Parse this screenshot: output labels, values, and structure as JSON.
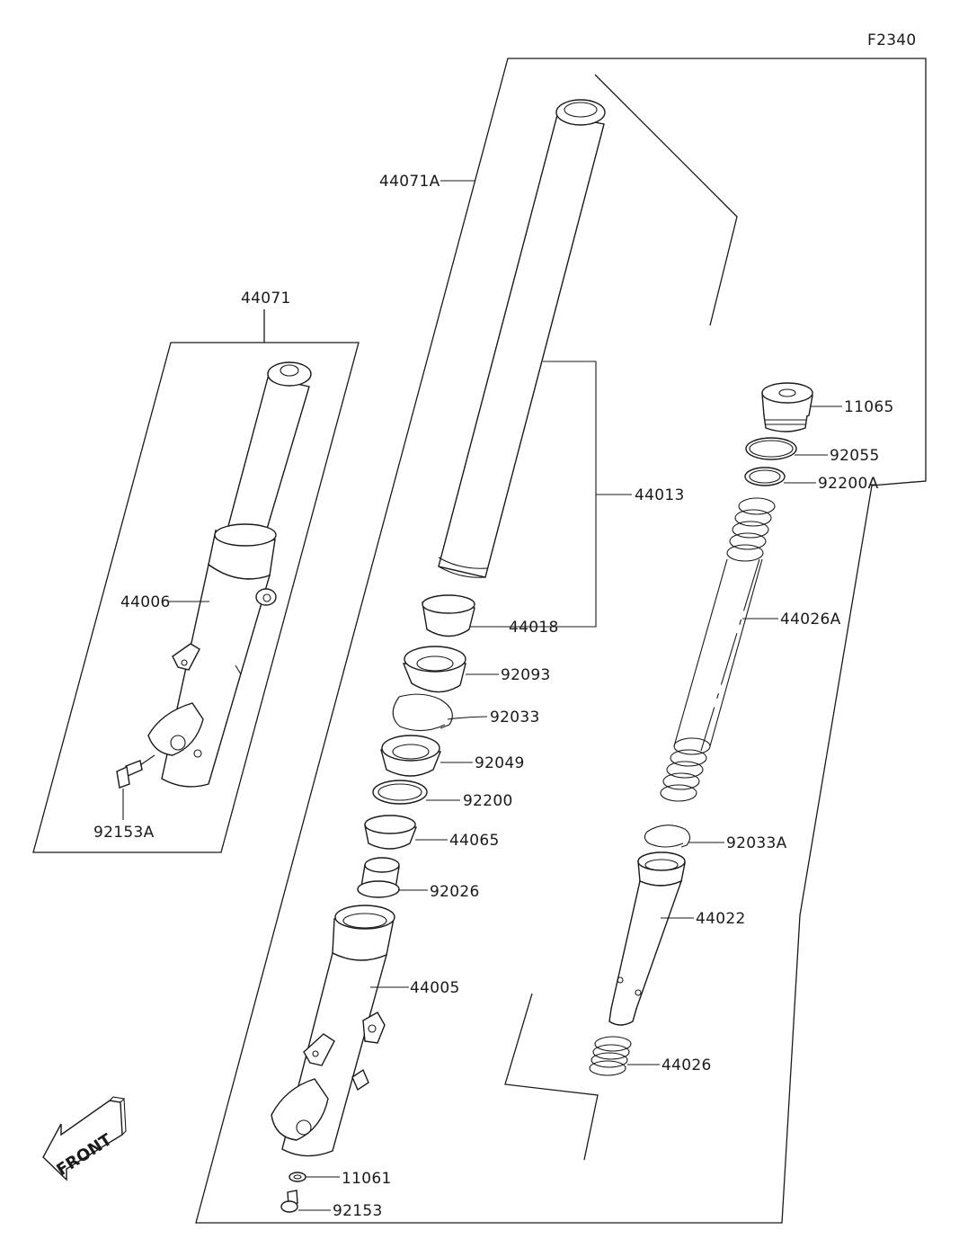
{
  "figure_code": "F2340",
  "front_arrow_label": "FRONT",
  "labels": {
    "p44071": "44071",
    "p44071A": "44071A",
    "p44006": "44006",
    "p92153A": "92153A",
    "p44013": "44013",
    "p44018": "44018",
    "p92093": "92093",
    "p92033": "92033",
    "p92049": "92049",
    "p92200": "92200",
    "p44065": "44065",
    "p92026": "92026",
    "p44005": "44005",
    "p11061": "11061",
    "p92153": "92153",
    "p11065": "11065",
    "p92055": "92055",
    "p92200A": "92200A",
    "p44026A": "44026A",
    "p92033A": "92033A",
    "p44022": "44022",
    "p44026": "44026"
  }
}
